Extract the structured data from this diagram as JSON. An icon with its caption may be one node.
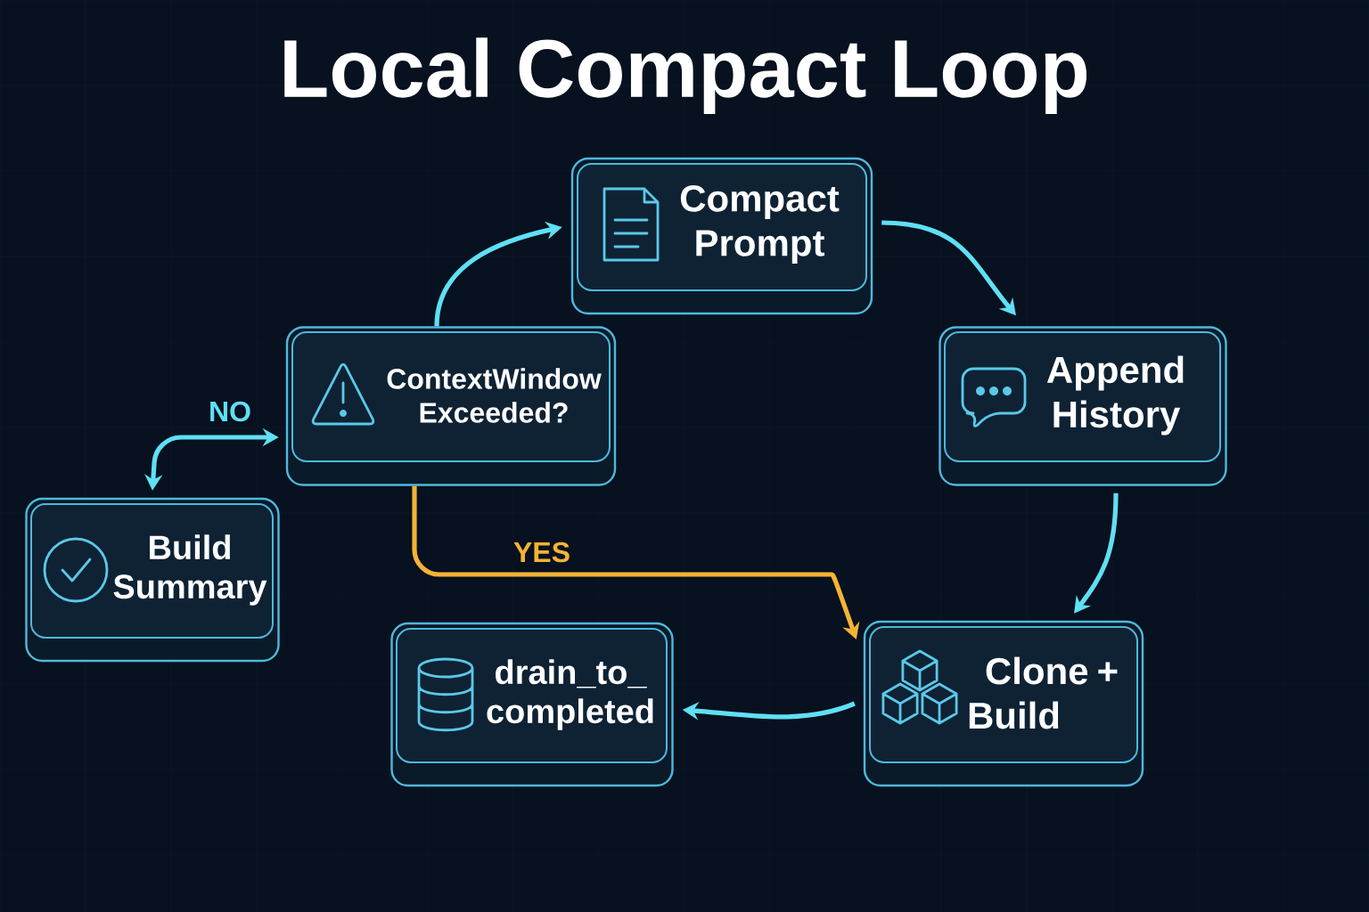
{
  "diagram": {
    "title": "Local Compact Loop",
    "nodes": [
      {
        "text": [
          "Compact Prompt"
        ]
      },
      {
        "text": [
          "ContextWindow Exceeded?"
        ]
      },
      {
        "text": [
          "Append History"
        ]
      },
      {
        "text": [
          "Build Summary"
        ]
      },
      {
        "text": [
          "drain_to_ completed"
        ]
      },
      {
        "text": [
          "Clone + Build"
        ]
      }
    ],
    "edges": [
      {
        "from": 1,
        "to": 0,
        "arrow": "to"
      },
      {
        "from": 0,
        "to": 2,
        "arrow": "to"
      },
      {
        "from": 2,
        "to": 5,
        "arrow": "to"
      },
      {
        "from": 5,
        "to": 4,
        "arrow": "to"
      },
      {
        "from": 1,
        "to": 5,
        "arrow": "to",
        "label": "YES",
        "color": "#f5b335"
      },
      {
        "from": 1,
        "to": 3,
        "arrow": "both",
        "label": "NO"
      }
    ]
  }
}
